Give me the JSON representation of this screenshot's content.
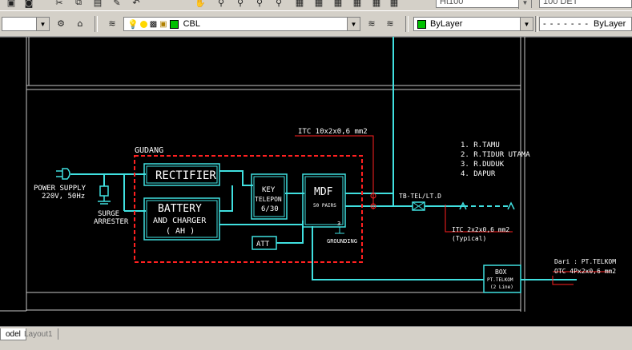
{
  "toolbar": {
    "layer_name": "CBL",
    "top_linetype_value": "Ht100",
    "top_lineweight_value": "100 DET",
    "color_value": "ByLayer",
    "linetype_value": "ByLayer",
    "colors": {
      "bg": "#d4d0c8",
      "layer_swatch": "#00c000",
      "color_swatch": "#00c000"
    }
  },
  "drawing": {
    "room_label": "GUDANG",
    "power_supply_label": "POWER SUPPLY",
    "power_supply_spec": "220V, 50Hz",
    "surge_label_1": "SURGE",
    "surge_label_2": "ARRESTER",
    "rectifier_label": "RECTIFIER",
    "battery_label_1": "BATTERY",
    "battery_label_2": "AND CHARGER",
    "battery_label_3": "( AH )",
    "key_label_1": "KEY",
    "key_label_2": "TELEPON",
    "key_label_3": "6/30",
    "att_label": "ATT",
    "mdf_label": "MDF",
    "mdf_sub": "50 PAIRS",
    "mdf_num": "3",
    "grounding_label": "GROUNDING",
    "itc_top": "ITC 10x2x0,6 mm2",
    "tb_label": "TB-TEL/LT.D",
    "itc_bottom_1": "ITC 2x2x0,6 mm2",
    "itc_bottom_2": "(Typical)",
    "rooms": [
      "1. R.TAMU",
      "2. R.TIDUR UTAMA",
      "3. R.DUDUK",
      "4. DAPUR"
    ],
    "box_label_1": "BOX",
    "box_label_2": "PT.TELKOM",
    "box_label_3": "(2 Line)",
    "dari_label": "Dari : PT.TELKOM",
    "otc_label": "OTC 4Px2x0,6 mm2",
    "colors": {
      "cyan": "#40e0e0",
      "red": "#ff2020",
      "white": "#ffffff",
      "gray": "#a0a0a0"
    }
  },
  "tabs": {
    "model": "odel",
    "layout1": "Layout1"
  }
}
